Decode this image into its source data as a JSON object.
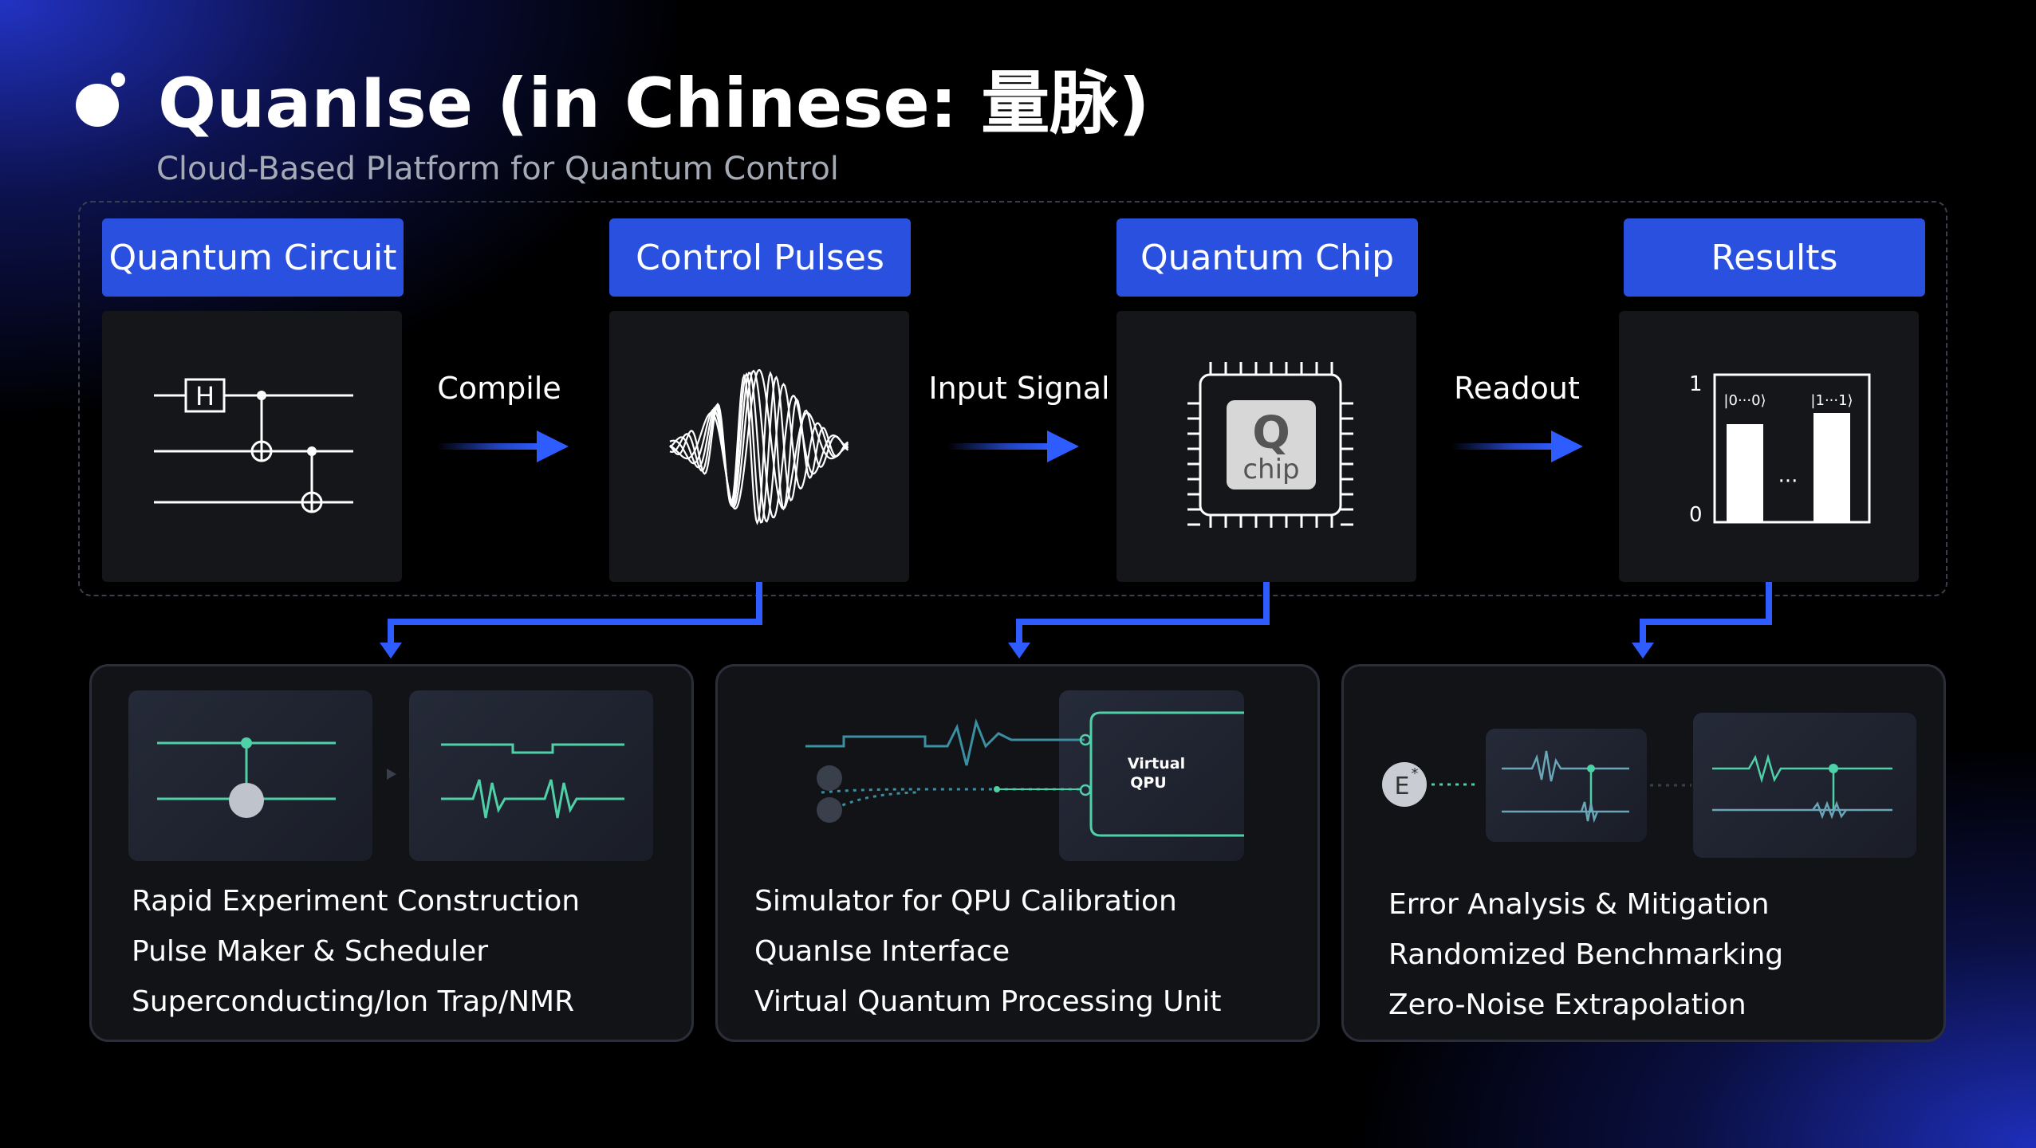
{
  "title": "QuanIse (in Chinese: 量脉)",
  "subtitle": "Cloud-Based Platform for Quantum Control",
  "stages": [
    {
      "label": "Quantum Circuit"
    },
    {
      "label": "Control Pulses"
    },
    {
      "label": "Quantum Chip"
    },
    {
      "label": "Results"
    }
  ],
  "steps": [
    "Compile",
    "Input Signal",
    "Readout"
  ],
  "circuit": {
    "gate": "H"
  },
  "chip": {
    "letter": "Q",
    "word": "chip"
  },
  "results": {
    "y_top": "1",
    "y_bottom": "0",
    "bar_left": "|0···0⟩",
    "bar_right": "|1···1⟩",
    "dots": "···"
  },
  "cards": [
    {
      "items": [
        "Rapid Experiment Construction",
        "Pulse Maker & Scheduler",
        "Superconducting/Ion Trap/NMR"
      ]
    },
    {
      "items": [
        "Simulator for QPU Calibration",
        "QuanIse Interface",
        "Virtual Quantum Processing Unit"
      ],
      "qpu_line1": "Virtual",
      "qpu_line2": "QPU"
    },
    {
      "items": [
        "Error Analysis & Mitigation",
        "Randomized Benchmarking",
        "Zero-Noise Extrapolation"
      ],
      "e_symbol": "E",
      "e_mark": "*"
    }
  ],
  "colors": {
    "accent": "#2a50e0",
    "teal": "#4fd1a8",
    "panel": "#15161a",
    "background": "#000000"
  }
}
